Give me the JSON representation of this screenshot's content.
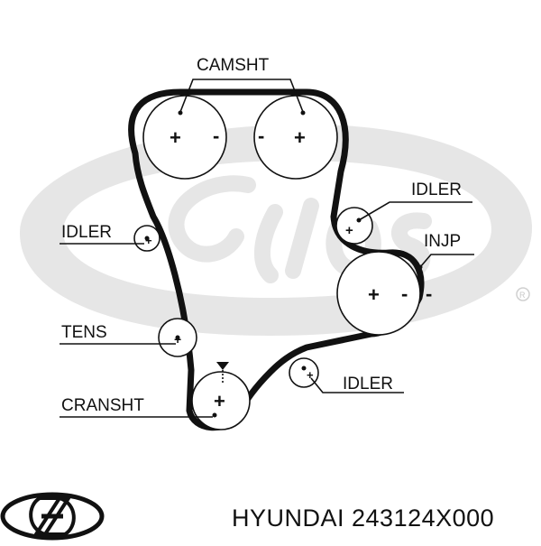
{
  "diagram": {
    "labels": {
      "camshaft": "CAMSHT",
      "idler_left": "IDLER",
      "idler_upper_right": "IDLER",
      "injection_pump": "INJP",
      "tensioner": "TENS",
      "idler_lower_right": "IDLER",
      "crankshaft": "CRANSHT"
    },
    "signs": {
      "plus": "+",
      "minus": "-"
    },
    "watermark": "Gates"
  },
  "footer": {
    "caption": "HYUNDAI 243124X000",
    "logo": "Hyundai"
  },
  "colors": {
    "line": "#111111",
    "watermark": "#e6e6e6",
    "background": "#ffffff"
  }
}
